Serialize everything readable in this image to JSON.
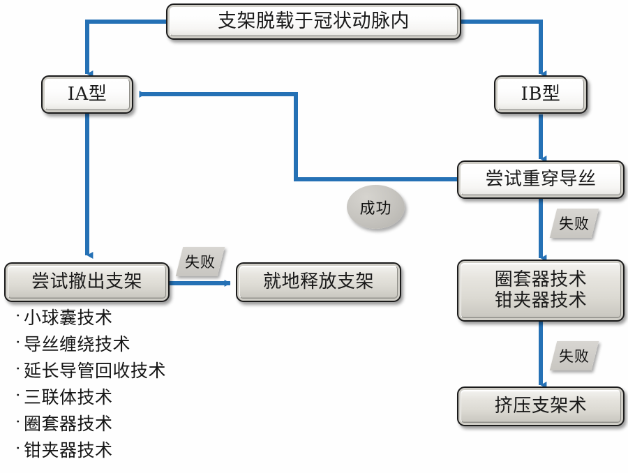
{
  "diagram": {
    "title_node": {
      "label": "支架脱载于冠状动脉内"
    },
    "nodes": [
      {
        "id": "type_1a",
        "label": "ⅠA型"
      },
      {
        "id": "type_1b",
        "label": "ⅠB型"
      },
      {
        "id": "rewire",
        "label": "尝试重穿导丝"
      },
      {
        "id": "withdraw_stent",
        "label": "尝试撤出支架"
      },
      {
        "id": "deploy_insitu",
        "label": "就地释放支架"
      },
      {
        "id": "snare_forceps",
        "label": "圈套器技术\n钳夹器技术"
      },
      {
        "id": "crush_stent",
        "label": "挤压支架术"
      }
    ],
    "edge_labels": {
      "success": "成功",
      "fail_rewire": "失败",
      "fail_withdraw": "失败",
      "fail_snare": "失败"
    },
    "techniques_list": [
      {
        "bullet": "·",
        "label": "小球囊技术"
      },
      {
        "bullet": "·",
        "label": "导丝缠绕技术"
      },
      {
        "bullet": "·",
        "label": "延长导管回收技术"
      },
      {
        "bullet": "·",
        "label": "三联体技术"
      },
      {
        "bullet": "·",
        "label": "圈套器技术"
      },
      {
        "bullet": "·",
        "label": "钳夹器技术"
      }
    ],
    "colors": {
      "arrow": "#2571b5",
      "node_border": "#1b1b1b",
      "node_fill_gray": "#dcdad3",
      "node_fill_white": "#fdfdfd",
      "tag_fill": "#c9c7c2",
      "background": "#fefefe"
    }
  }
}
